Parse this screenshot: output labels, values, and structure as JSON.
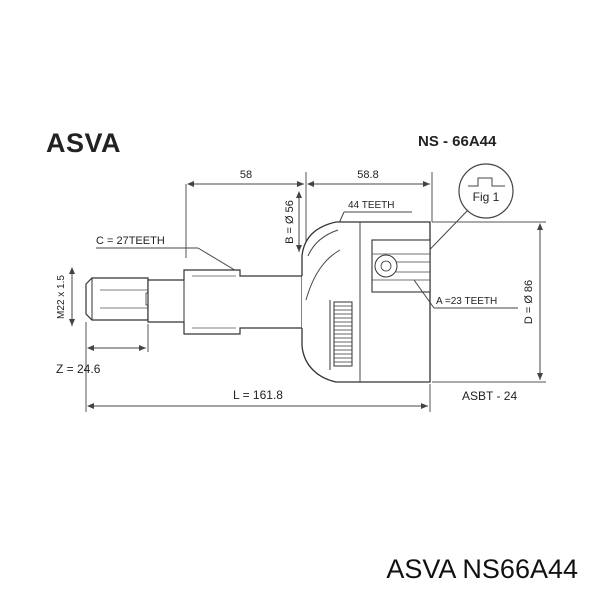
{
  "header": {
    "brand": "ASVA",
    "part_number": "NS - 66A44"
  },
  "dimensions": {
    "d1": "58",
    "d2": "58.8",
    "b": "B = Ø 56",
    "teeth_44": "44 TEETH",
    "fig": "Fig 1",
    "c": "C = 27TEETH",
    "m": "M22 x 1.5",
    "a": "A =23 TEETH",
    "d": "D = Ø 86",
    "z": "Z = 24.6",
    "l": "L = 161.8",
    "asbt": "ASBT - 24"
  },
  "caption": "ASVA NS66A44"
}
